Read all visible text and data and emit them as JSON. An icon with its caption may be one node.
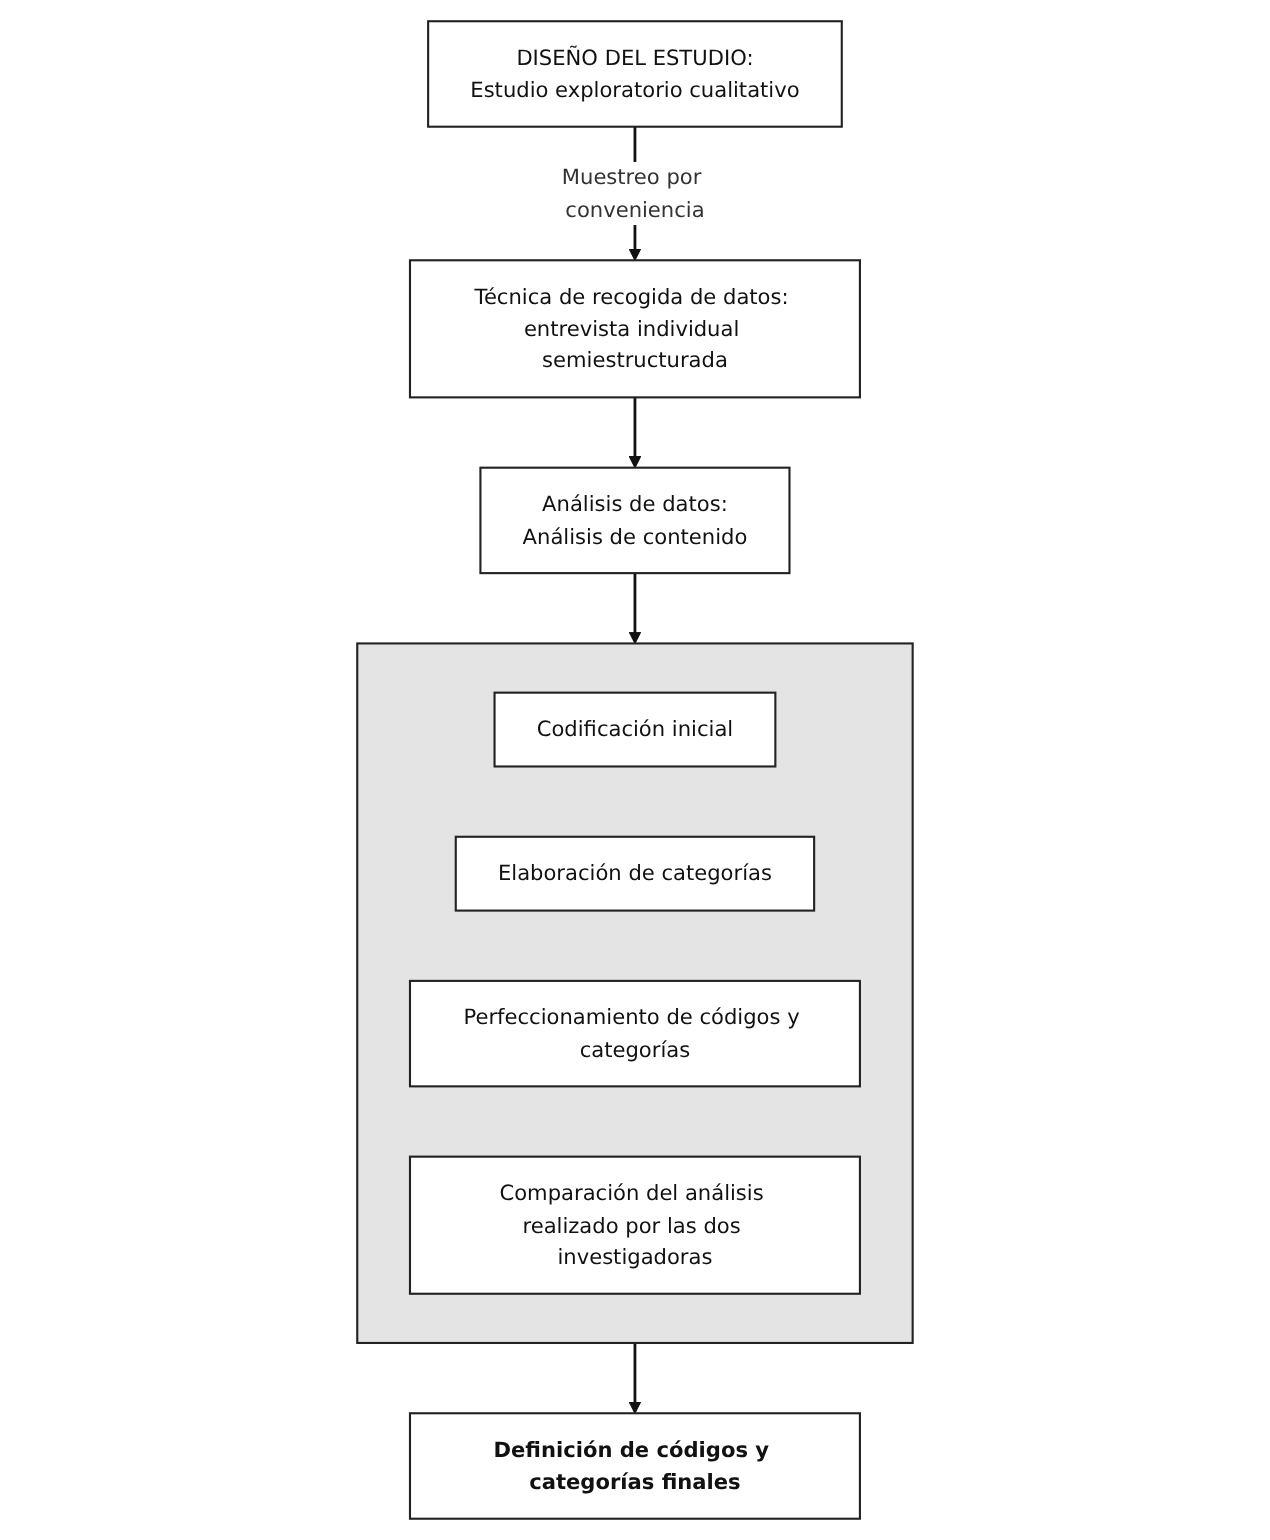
{
  "diagram": {
    "nodes": [
      {
        "text": [
          "DISEÑO DEL ESTUDIO:",
          "Estudio exploratorio cualitativo"
        ]
      },
      {
        "text": [
          "Técnica de recogida de datos: entrevista individual semiestructurada"
        ]
      },
      {
        "text": [
          "Análisis de datos:",
          "Análisis de contenido"
        ]
      },
      {
        "text": [],
        "shape": "box"
      },
      {
        "text": [
          "Codificación inicial"
        ],
        "in": 3
      },
      {
        "text": [
          "Elaboración de categorías"
        ],
        "in": 3
      },
      {
        "text": [
          "Perfeccionamiento de códigos y categorías"
        ],
        "in": 3
      },
      {
        "text": [
          "Comparación del análisis realizado por las dos investigadoras"
        ],
        "in": 3
      },
      {
        "text": [
          "Definición de códigos y categorías finales"
        ]
      }
    ],
    "edges": [
      {
        "from": 0,
        "to": 1,
        "arrow": "to",
        "label": "Muestreo por conveniencia"
      },
      {
        "from": 1,
        "to": 2,
        "arrow": "to"
      },
      {
        "from": 2,
        "to": 3,
        "arrow": "to"
      },
      {
        "from": 3,
        "to": 8,
        "arrow": "to"
      }
    ]
  }
}
